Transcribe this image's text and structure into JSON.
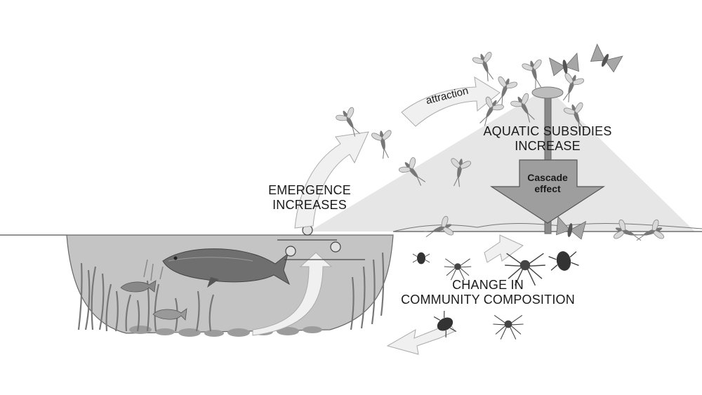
{
  "labels": {
    "emergence_line1": "EMERGENCE",
    "emergence_line2": "INCREASES",
    "attraction": "attraction",
    "subsidies_line1": "AQUATIC SUBSIDIES",
    "subsidies_line2": "INCREASE",
    "cascade_line1": "Cascade",
    "cascade_line2": "effect",
    "community_line1": "CHANGE IN",
    "community_line2": "COMMUNITY COMPOSITION"
  },
  "palette": {
    "water": "#bdbdbd",
    "light_cone": "#e4e4e4",
    "arrow_fill": "#ededed",
    "cascade_arrow": "#9a9a9a",
    "lamp_post": "#8a8a8a",
    "plants": "#7a7a7a",
    "fish": "#6e6e6e",
    "insect": "#8c8c8c"
  },
  "icons": [
    "mayfly-icon",
    "moth-icon",
    "fish-icon",
    "beetle-icon",
    "spider-icon",
    "street-lamp-icon",
    "water-plant-icon"
  ]
}
